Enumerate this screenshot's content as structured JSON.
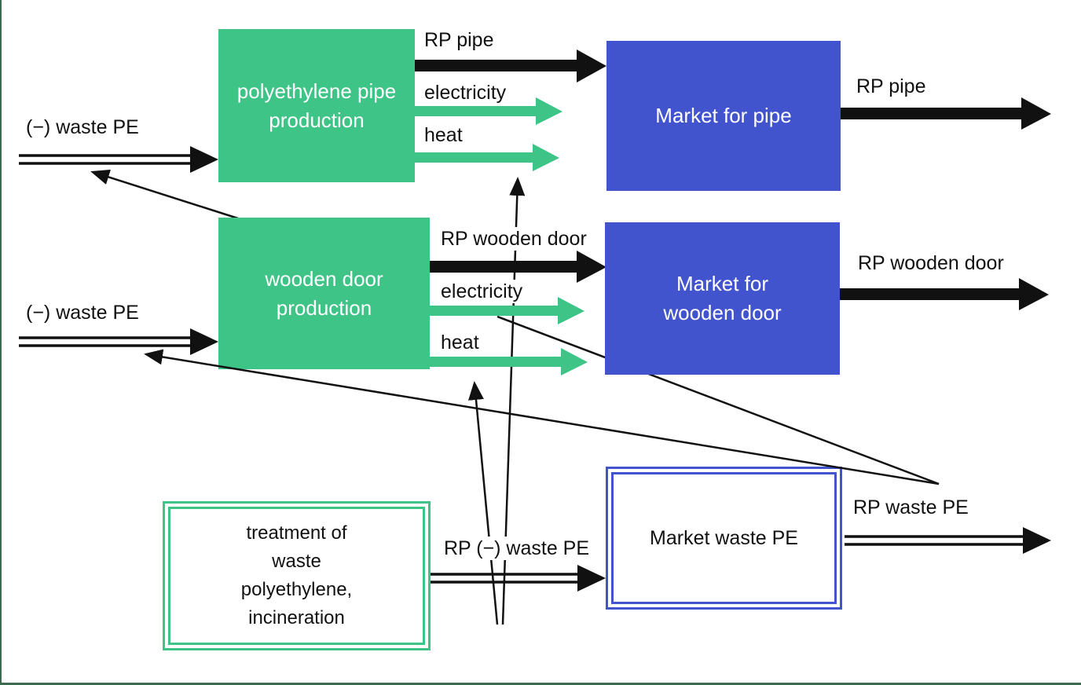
{
  "colors": {
    "box_green": "#3ec487",
    "box_blue": "#4254cd",
    "arrow_green": "#3ec487",
    "arrow_black": "#111111",
    "frame": "#3d6b4f",
    "text_on_box": "#ffffff",
    "text_dark": "#111111"
  },
  "boxes": {
    "polyethylene_pipe_production": {
      "label": "polyethylene pipe\nproduction"
    },
    "market_for_pipe": {
      "label": "Market for pipe"
    },
    "wooden_door_production": {
      "label": "wooden door\nproduction"
    },
    "market_for_wooden_door": {
      "label": "Market for\nwooden door"
    },
    "treatment_waste_pe": {
      "label": "treatment of\nwaste\npolyethylene,\nincineration"
    },
    "market_waste_pe": {
      "label": "Market waste PE"
    }
  },
  "flows": [
    {
      "id": "waste-pe-into-pipe-production",
      "label": "(−) waste PE",
      "style": "double-black-arrow"
    },
    {
      "id": "rp-pipe-to-market",
      "label": "RP pipe",
      "style": "thick-black-arrow"
    },
    {
      "id": "electricity-from-pipe-production",
      "label": "electricity",
      "style": "green-arrow"
    },
    {
      "id": "heat-from-pipe-production",
      "label": "heat",
      "style": "green-arrow"
    },
    {
      "id": "rp-pipe-out-of-market",
      "label": "RP pipe",
      "style": "thick-black-arrow"
    },
    {
      "id": "waste-pe-into-door-production",
      "label": "(−) waste PE",
      "style": "double-black-arrow"
    },
    {
      "id": "rp-wooden-door-to-market",
      "label": "RP wooden door",
      "style": "thick-black-arrow"
    },
    {
      "id": "electricity-from-door-production",
      "label": "electricity",
      "style": "green-arrow"
    },
    {
      "id": "heat-from-door-production",
      "label": "heat",
      "style": "green-arrow"
    },
    {
      "id": "rp-wooden-door-out-of-market",
      "label": "RP wooden door",
      "style": "thick-black-arrow"
    },
    {
      "id": "rp-minus-waste-pe-to-market",
      "label": "RP (−) waste PE",
      "style": "double-black-arrow"
    },
    {
      "id": "rp-waste-pe-out-of-market",
      "label": "RP waste PE",
      "style": "double-black-arrow"
    }
  ]
}
